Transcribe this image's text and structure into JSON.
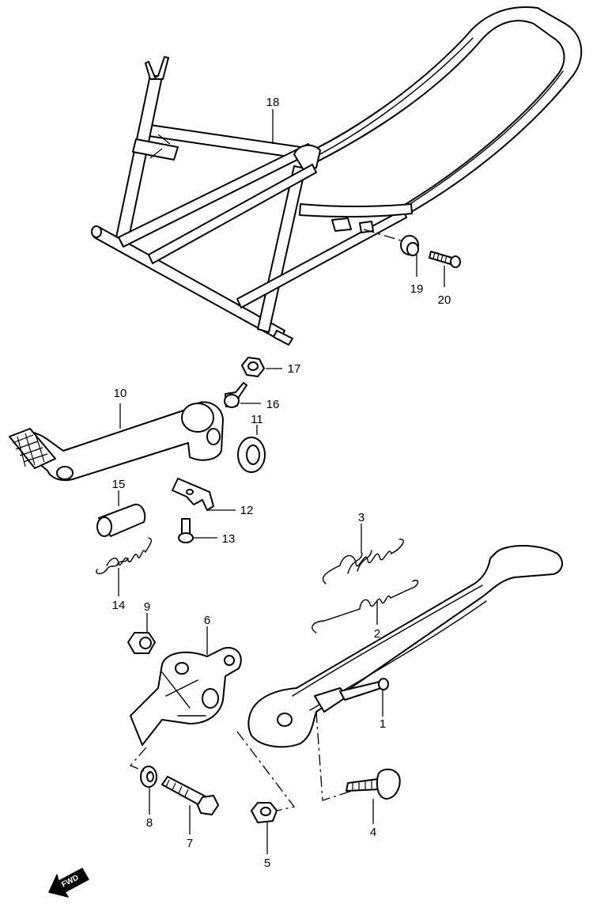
{
  "callouts": [
    {
      "id": "c1",
      "text": "1"
    },
    {
      "id": "c2",
      "text": "2"
    },
    {
      "id": "c3",
      "text": "3"
    },
    {
      "id": "c4",
      "text": "4"
    },
    {
      "id": "c5",
      "text": "5"
    },
    {
      "id": "c6",
      "text": "6"
    },
    {
      "id": "c7",
      "text": "7"
    },
    {
      "id": "c8",
      "text": "8"
    },
    {
      "id": "c9",
      "text": "9"
    },
    {
      "id": "c10",
      "text": "10"
    },
    {
      "id": "c11",
      "text": "11"
    },
    {
      "id": "c12",
      "text": "12"
    },
    {
      "id": "c13",
      "text": "13"
    },
    {
      "id": "c14",
      "text": "14"
    },
    {
      "id": "c15",
      "text": "15"
    },
    {
      "id": "c16",
      "text": "16"
    },
    {
      "id": "c17",
      "text": "17"
    },
    {
      "id": "c18",
      "text": "18"
    },
    {
      "id": "c19",
      "text": "19"
    },
    {
      "id": "c20",
      "text": "20"
    }
  ],
  "direction_marker": {
    "text": "FWD",
    "icon": "forward-arrow-icon"
  },
  "colors": {
    "line": "#000000",
    "paper": "#ffffff"
  }
}
